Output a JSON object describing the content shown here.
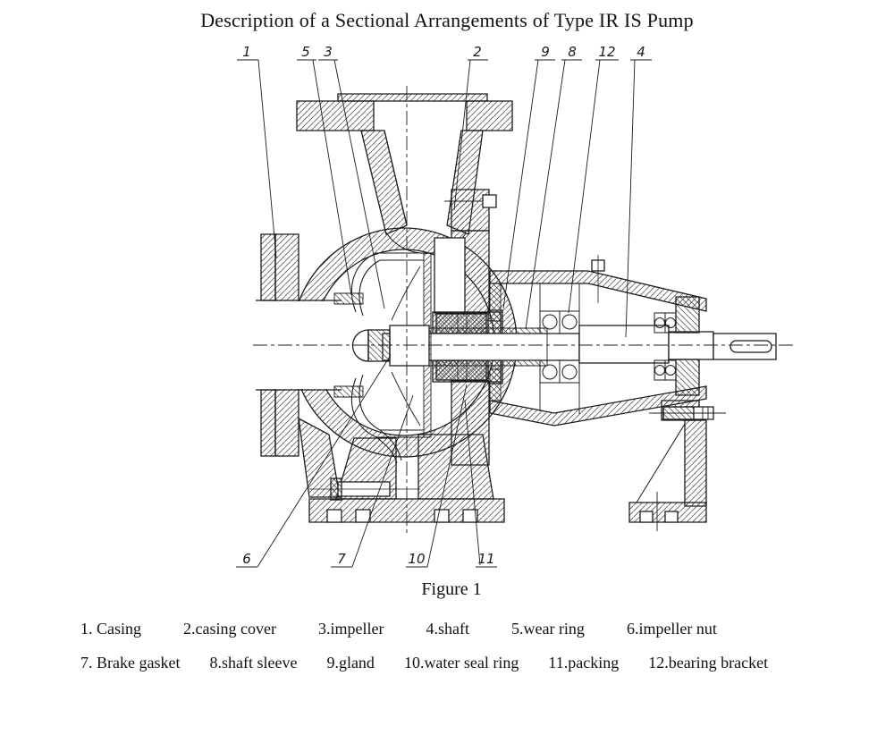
{
  "title": "Description of a Sectional Arrangements of Type IR IS Pump",
  "figure": {
    "caption": "Figure 1"
  },
  "legend": {
    "row1": [
      "1. Casing",
      "2.casing cover",
      "3.impeller",
      "4.shaft",
      "5.wear ring",
      "6.impeller nut"
    ],
    "row2": [
      "7. Brake gasket",
      "8.shaft sleeve",
      "9.gland",
      "10.water seal ring",
      "11.packing",
      "12.bearing bracket"
    ]
  },
  "callouts": {
    "top": [
      {
        "n": "1",
        "part": "casing"
      },
      {
        "n": "5",
        "part": "wear ring"
      },
      {
        "n": "3",
        "part": "impeller"
      },
      {
        "n": "2",
        "part": "casing cover"
      },
      {
        "n": "9",
        "part": "gland"
      },
      {
        "n": "8",
        "part": "shaft sleeve"
      },
      {
        "n": "12",
        "part": "bearing bracket"
      },
      {
        "n": "4",
        "part": "shaft"
      }
    ],
    "bottom": [
      {
        "n": "6",
        "part": "impeller nut"
      },
      {
        "n": "7",
        "part": "brake gasket"
      },
      {
        "n": "10",
        "part": "water seal ring"
      },
      {
        "n": "11",
        "part": "packing"
      }
    ]
  },
  "colors": {
    "line": "#1b1b1b",
    "background": "#ffffff"
  }
}
